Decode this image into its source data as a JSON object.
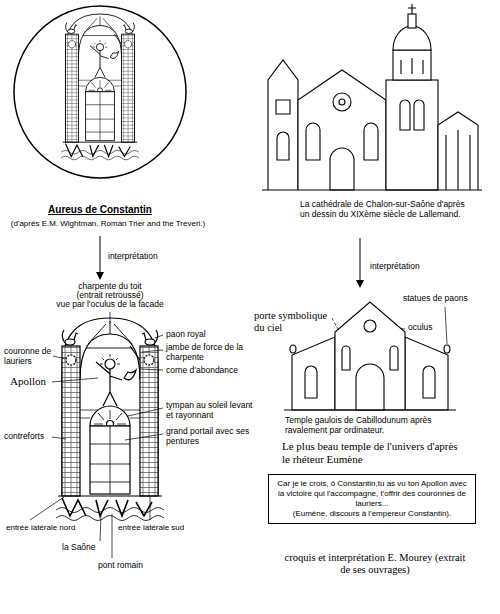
{
  "diagram": {
    "nodes": [
      {
        "text": [
          "Car je le crois, ô Constantin,tu as vu ton Apollon avec la victoire qui l'accompagne, t'offrir des couronnes de lauriers...",
          "(Eumène, discours à l'empereur Constantin)."
        ]
      }
    ],
    "labels": [
      "Aureus de Constantin",
      "(d'après E.M. Wightman, Roman Trier and the Treveri.)",
      "interprétation",
      "charpente du toit",
      "(entrait retroussé)",
      "vue par l'oculus de la facade",
      "paon royal",
      "jambe de force de la charpente",
      "corne d'abondance",
      "couronne de lauriers",
      "Apollon",
      "tympan au soleil levant et rayonnant",
      "grand portail avec ses pentures",
      "contreforts",
      "entrée latérale nord",
      "entrée latérale sud",
      "la Saône",
      "pont romain",
      "La cathédrale de Chalon-sur-Saône d'après un dessin du XIXème siècle de Lallemand.",
      "interprétation",
      "porte symbolique du ciel",
      "statues de paons",
      "oculus",
      "Temple gaulois de Cabillodunum après ravalement par ordinateur.",
      "Le plus beau temple de l'univers d'après le rhéteur Eumène",
      "croquis et interprétation E. Mourey (extrait de ses ouvrages)"
    ]
  }
}
